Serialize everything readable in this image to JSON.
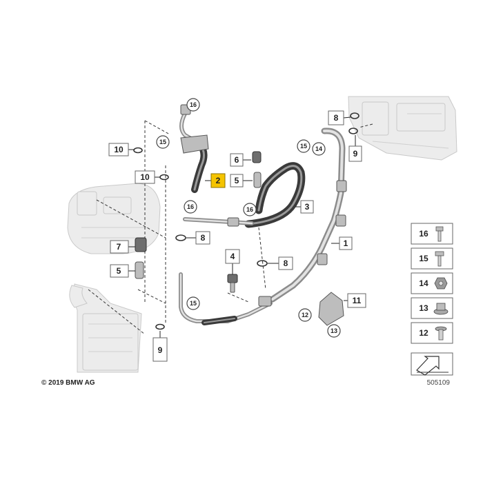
{
  "copyright": "© 2019 BMW AG",
  "diagram_number": "505109",
  "callouts": {
    "c1": "1",
    "c2": "2",
    "c3": "3",
    "c4": "4",
    "c5a": "5",
    "c5b": "5",
    "c6": "6",
    "c7": "7",
    "c8a": "8",
    "c8b": "8",
    "c8c": "8",
    "c9a": "9",
    "c9b": "9",
    "c10a": "10",
    "c10b": "10",
    "c11": "11",
    "c12": "12",
    "c13": "13",
    "c14": "14",
    "c15a": "15",
    "c15b": "15",
    "c15c": "15",
    "c16a": "16",
    "c16b": "16",
    "c16c": "16"
  },
  "legend": [
    "16",
    "15",
    "14",
    "13",
    "12"
  ],
  "highlighted_callout": "2"
}
